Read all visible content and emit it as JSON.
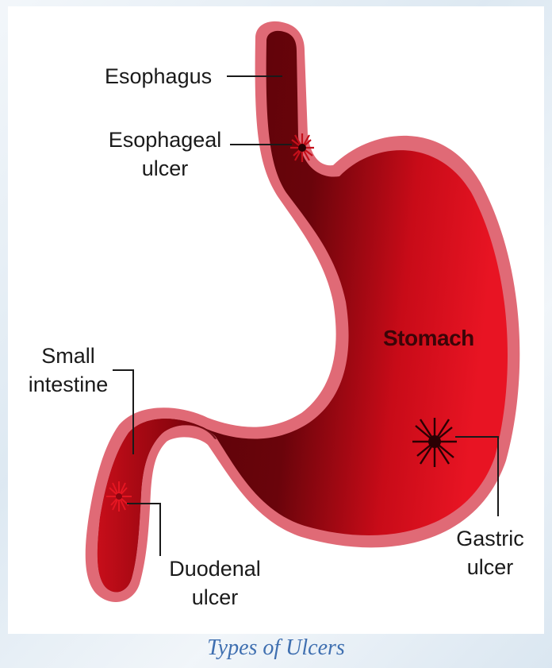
{
  "diagram": {
    "labels": {
      "esophagus": "Esophagus",
      "esophageal_ulcer_line1": "Esophageal",
      "esophageal_ulcer_line2": "ulcer",
      "stomach": "Stomach",
      "small_intestine_line1": "Small",
      "small_intestine_line2": "intestine",
      "duodenal_ulcer_line1": "Duodenal",
      "duodenal_ulcer_line2": "ulcer",
      "gastric_ulcer_line1": "Gastric",
      "gastric_ulcer_line2": "ulcer"
    },
    "colors": {
      "outline": "#e5707a",
      "inner_dark": "#5e0208",
      "inner_bright": "#e0101e",
      "ulcer": "#2a0003"
    }
  },
  "caption": "Types of Ulcers"
}
